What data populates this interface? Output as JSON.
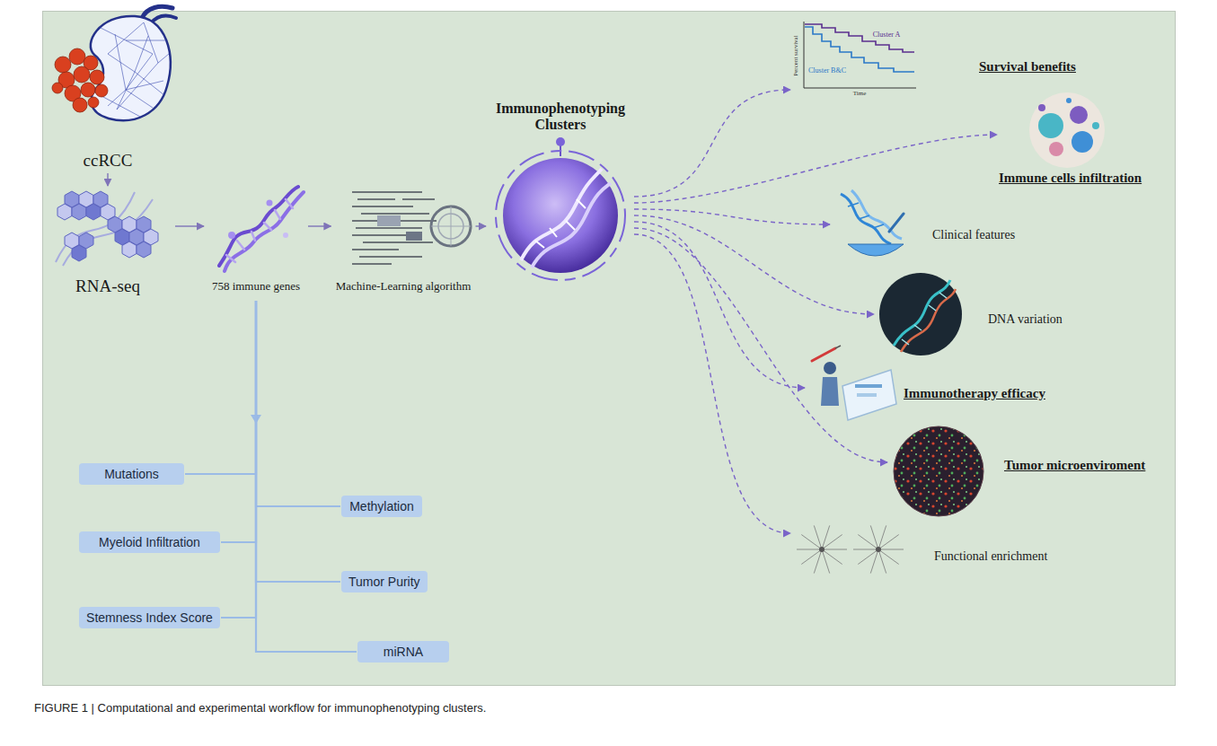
{
  "diagram": {
    "caption": "FIGURE 1 | Computational and experimental workflow for immunophenotyping clusters.",
    "nodes": [
      {
        "text": [
          "ccRCC"
        ]
      },
      {
        "text": [
          "RNA-seq"
        ]
      },
      {
        "text": [
          "758 immune genes"
        ]
      },
      {
        "text": [
          "Machine-Learning algorithm"
        ]
      },
      {
        "text": [
          "Immunophenotyping Clusters"
        ]
      },
      {
        "text": [
          "Survival benefits"
        ]
      },
      {
        "text": [
          "Immune cells infiltration"
        ]
      },
      {
        "text": [
          "Clinical features"
        ]
      },
      {
        "text": [
          "DNA variation"
        ]
      },
      {
        "text": [
          "Immunotherapy efficacy"
        ]
      },
      {
        "text": [
          "Tumor microenviroment"
        ]
      },
      {
        "text": [
          "Functional enrichment"
        ]
      },
      {
        "text": [
          "Mutations"
        ]
      },
      {
        "text": [
          "Methylation"
        ]
      },
      {
        "text": [
          "Myeloid Infiltration"
        ]
      },
      {
        "text": [
          "Tumor Purity"
        ]
      },
      {
        "text": [
          "Stemness Index Score"
        ]
      },
      {
        "text": [
          "miRNA"
        ]
      }
    ],
    "edges": [
      {
        "from": 0,
        "to": 1,
        "arrow": "to"
      },
      {
        "from": 1,
        "to": 2,
        "arrow": "to"
      },
      {
        "from": 2,
        "to": 3,
        "arrow": "to"
      },
      {
        "from": 3,
        "to": 4,
        "arrow": "to"
      },
      {
        "from": 4,
        "to": 5,
        "arrow": "to"
      },
      {
        "from": 4,
        "to": 6,
        "arrow": "to"
      },
      {
        "from": 4,
        "to": 7,
        "arrow": "to"
      },
      {
        "from": 4,
        "to": 8,
        "arrow": "to"
      },
      {
        "from": 4,
        "to": 9,
        "arrow": "to"
      },
      {
        "from": 4,
        "to": 10,
        "arrow": "to"
      },
      {
        "from": 4,
        "to": 11,
        "arrow": "to"
      },
      {
        "from": 2,
        "to": 12,
        "arrow": "none"
      },
      {
        "from": 2,
        "to": 13,
        "arrow": "none"
      },
      {
        "from": 2,
        "to": 14,
        "arrow": "none"
      },
      {
        "from": 2,
        "to": 15,
        "arrow": "none"
      },
      {
        "from": 2,
        "to": 16,
        "arrow": "none"
      },
      {
        "from": 2,
        "to": 17,
        "arrow": "none"
      }
    ],
    "labels": [
      "Percent survival",
      "Cluster A",
      "Cluster B&C",
      "Time"
    ]
  }
}
